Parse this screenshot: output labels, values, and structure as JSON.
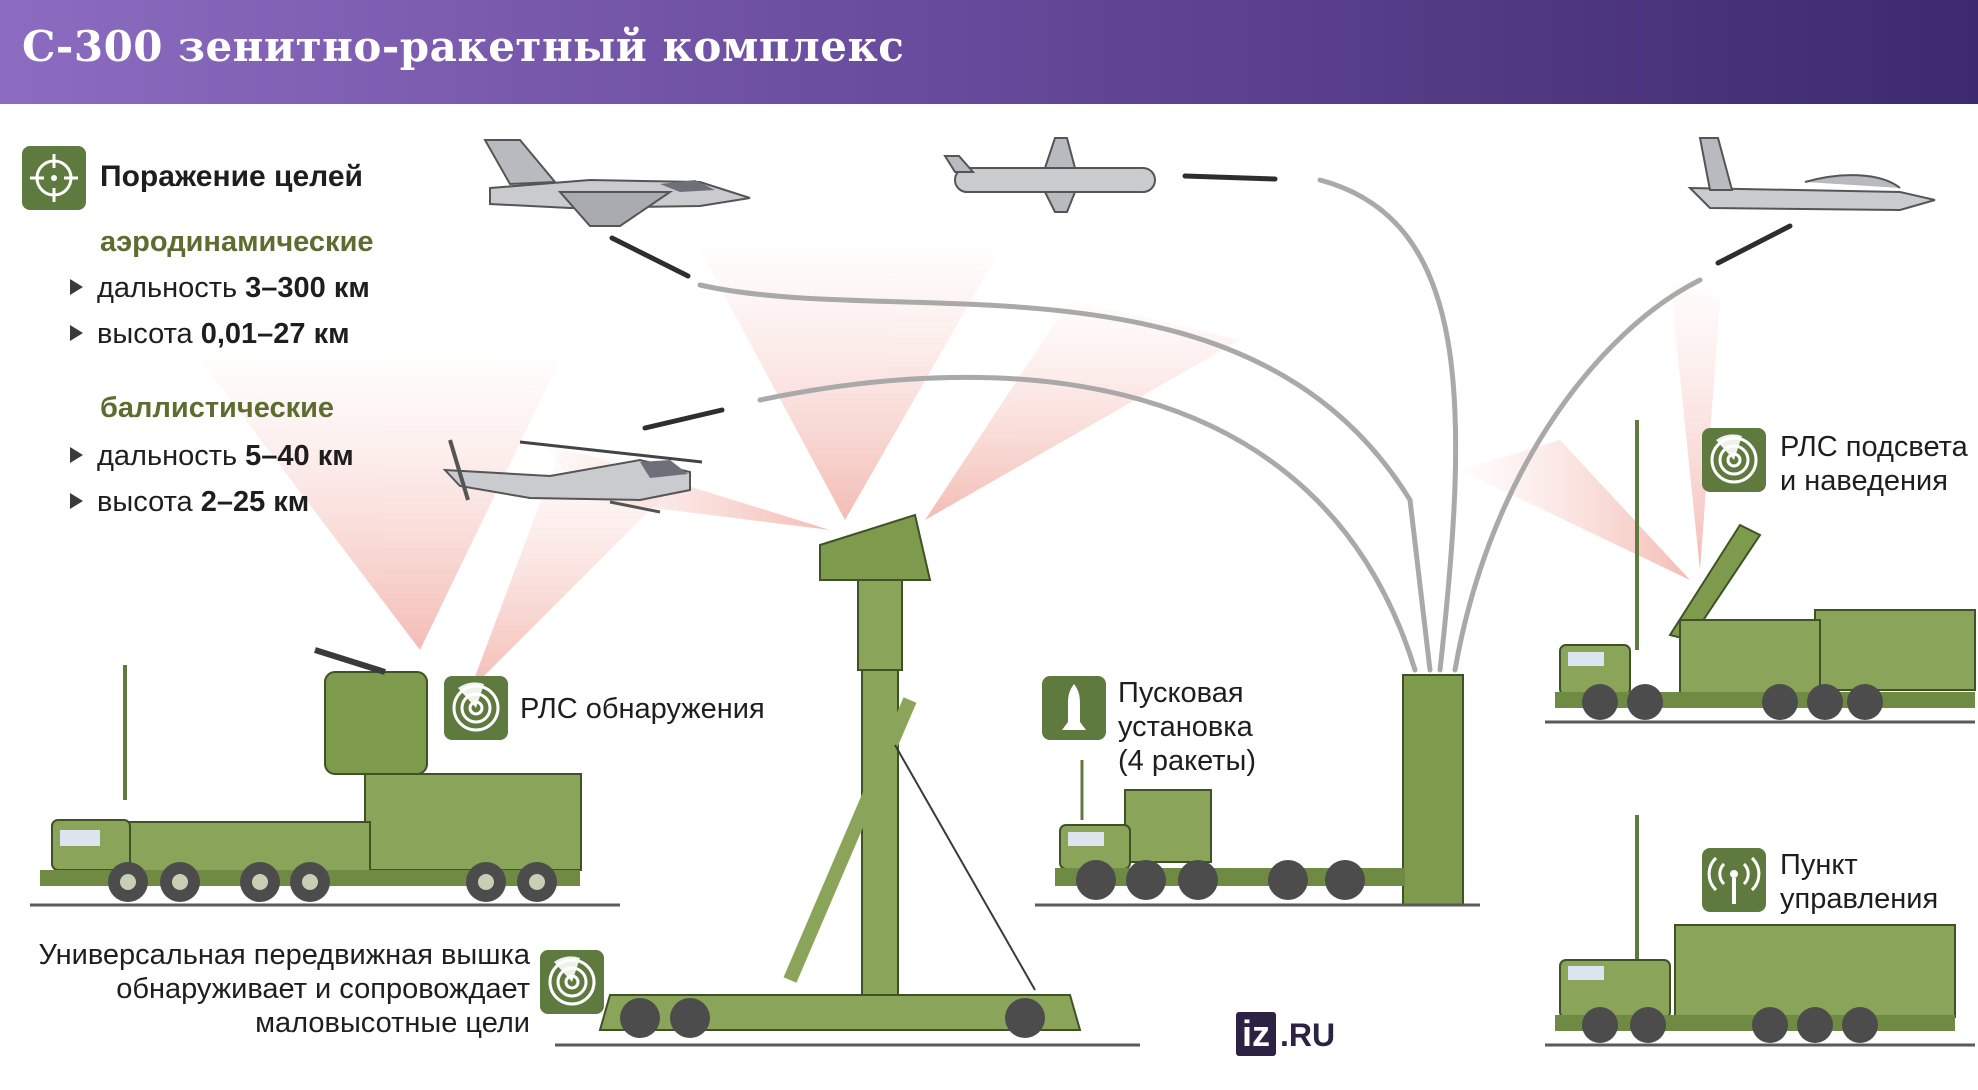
{
  "title": "С-300 зенитно-ракетный комплекс",
  "targets": {
    "heading": "Поражение целей",
    "aero": {
      "heading": "аэродинамические",
      "range_label": "дальность ",
      "range_value": "3–300 км",
      "height_label": "высота ",
      "height_value": "0,01–27 км"
    },
    "ballistic": {
      "heading": "баллистические",
      "range_label": "дальность ",
      "range_value": "5–40 км",
      "height_label": "высота ",
      "height_value": "2–25 км"
    }
  },
  "labels": {
    "detection_radar": "РЛС обнаружения",
    "launcher_line1": "Пусковая",
    "launcher_line2": "установка",
    "launcher_line3": "(4 ракеты)",
    "illum_radar_line1": "РЛС подсвета",
    "illum_radar_line2": "и наведения",
    "command_line1": "Пункт",
    "command_line2": "управления",
    "tower_line1": "Универсальная передвижная вышка",
    "tower_line2": "обнаруживает и сопровождает",
    "tower_line3": "маловысотные цели"
  },
  "logo": {
    "mark": "iz",
    "suffix": ".RU"
  },
  "colors": {
    "header_start": "#8c6cc0",
    "header_end": "#3d2a6e",
    "vehicle_green": "#8aa45a",
    "vehicle_dark": "#5f7a3f",
    "beam": "#f4b8ae",
    "trajectory": "#a9a9a9",
    "heading_green": "#5c6d2f"
  },
  "icons": [
    "target-icon",
    "radar-icon",
    "missile-icon",
    "antenna-icon"
  ]
}
